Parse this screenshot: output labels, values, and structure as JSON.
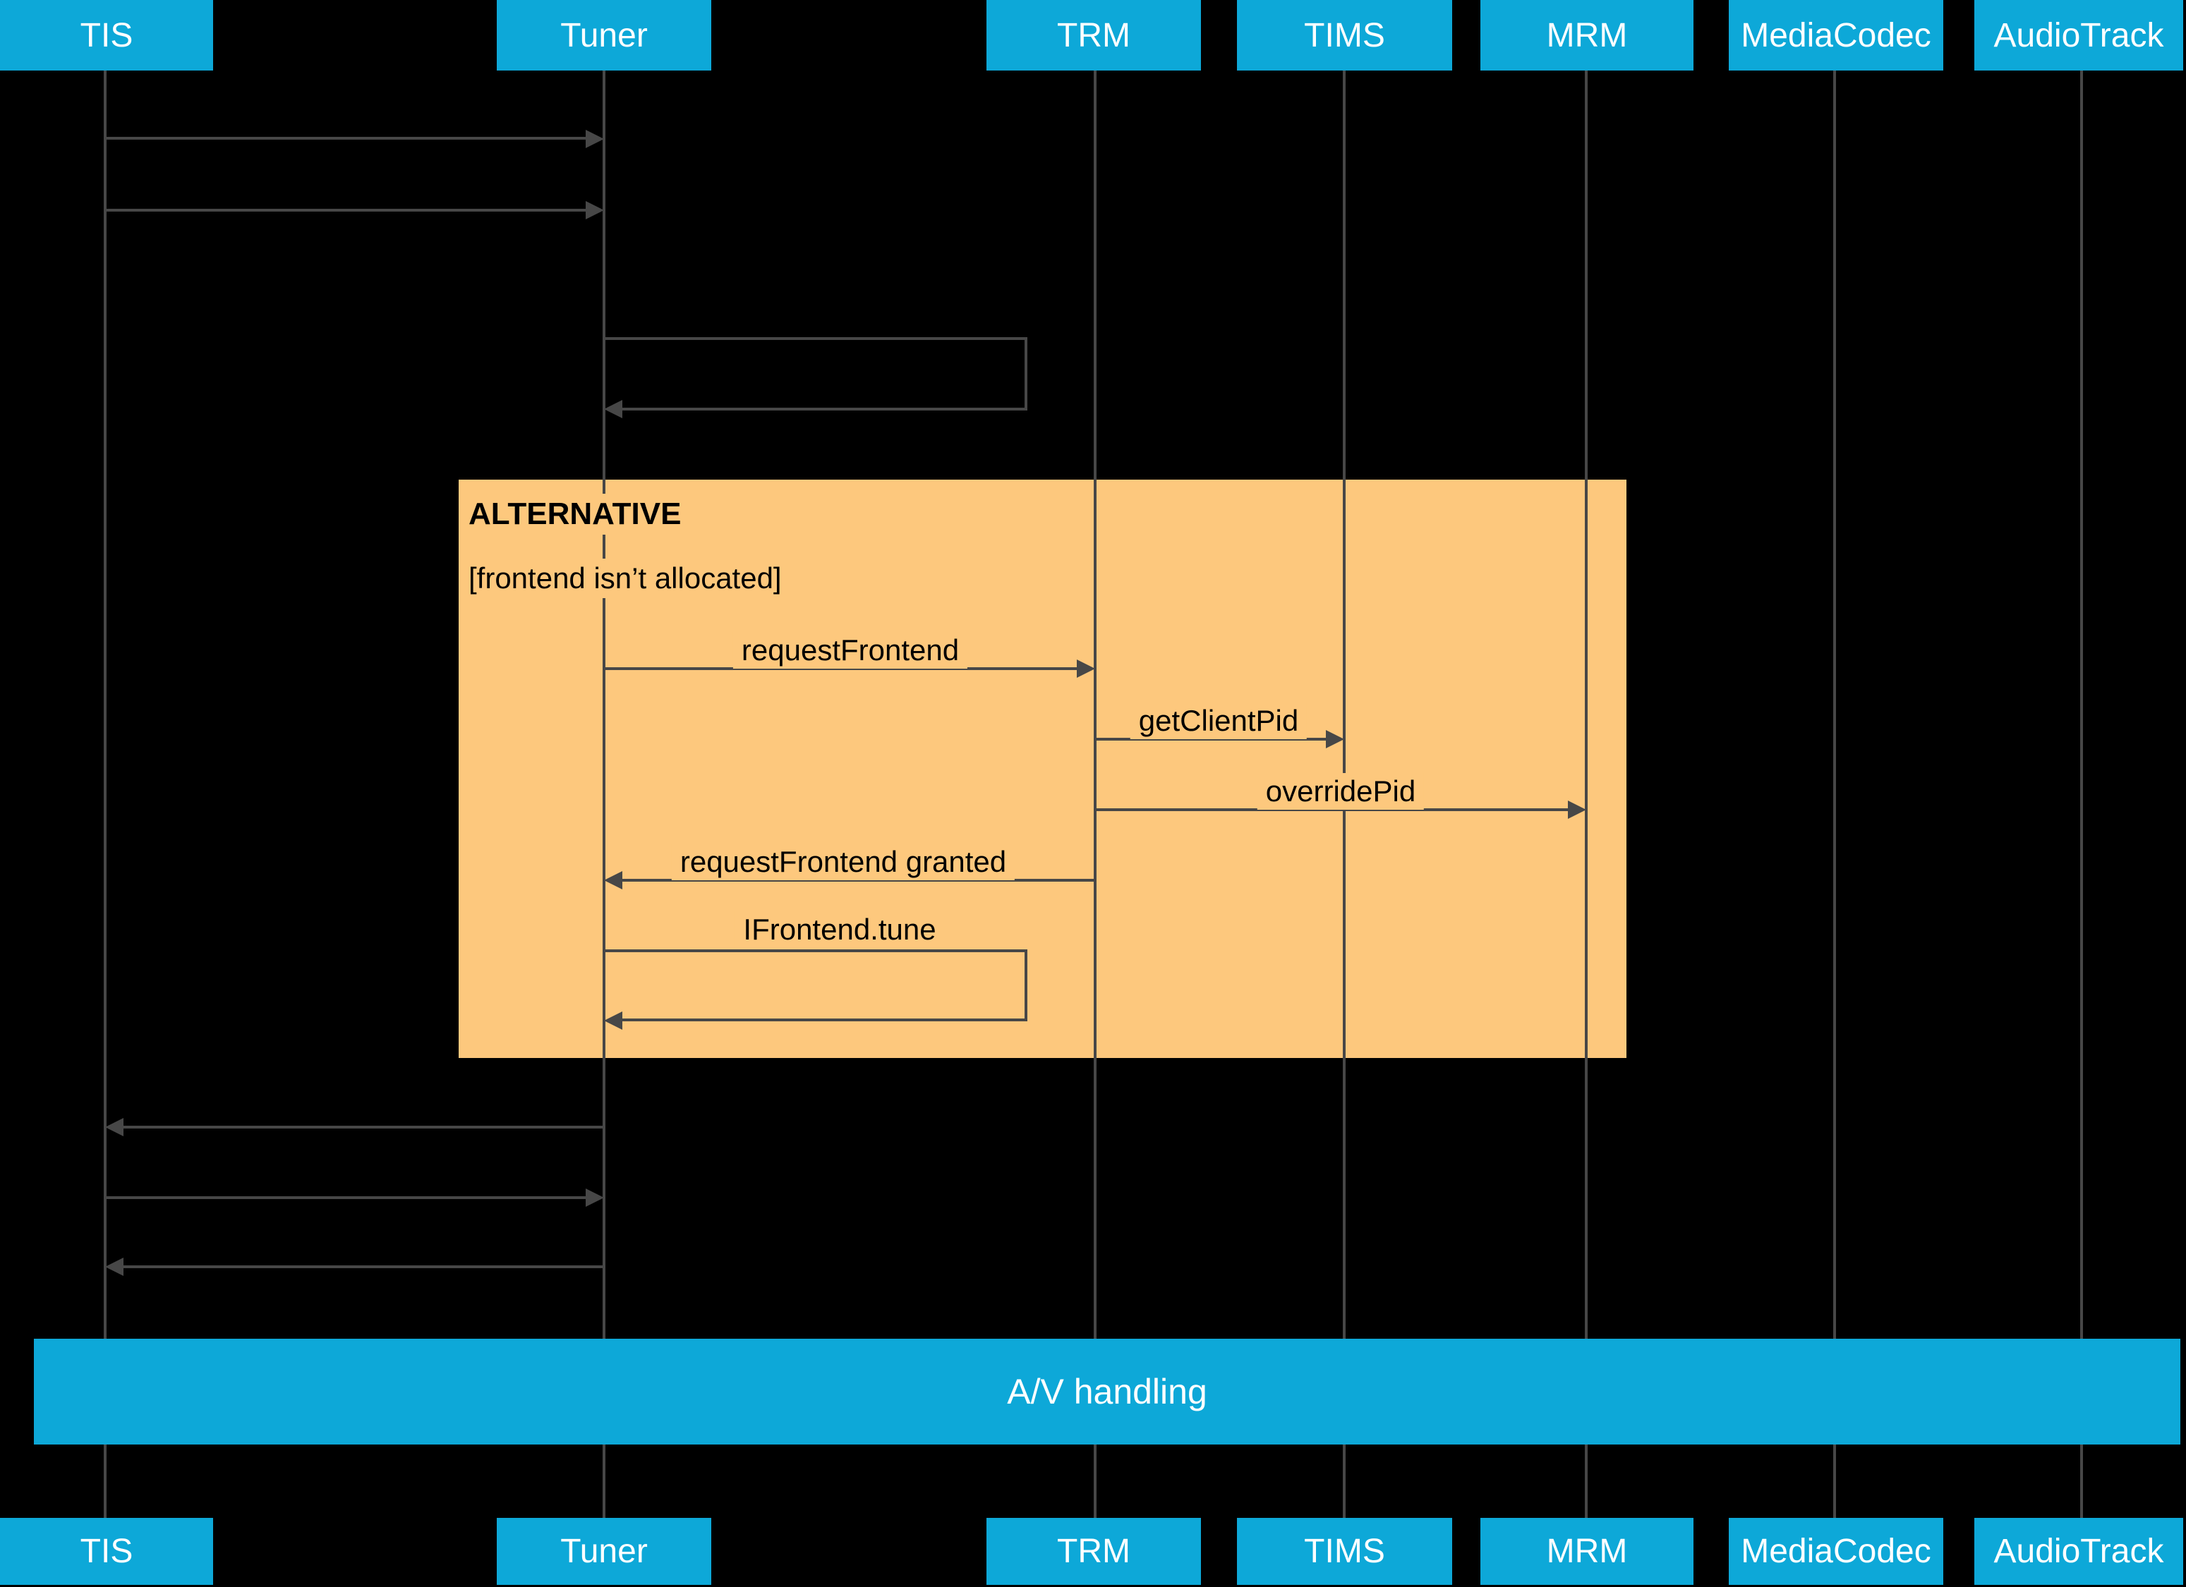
{
  "participants": [
    {
      "label": "TIS"
    },
    {
      "label": "Tuner"
    },
    {
      "label": "TRM"
    },
    {
      "label": "TIMS"
    },
    {
      "label": "MRM"
    },
    {
      "label": "MediaCodec"
    },
    {
      "label": "AudioTrack"
    }
  ],
  "alt_block": {
    "title": "ALTERNATIVE",
    "condition": "[frontend isn’t allocated]"
  },
  "messages": {
    "request_frontend": "requestFrontend",
    "get_client_pid": "getClientPid",
    "override_pid": "overridePid",
    "request_frontend_granted": "requestFrontend granted",
    "ifrontend_tune": "IFrontend.tune"
  },
  "av_bar": {
    "label": "A/V handling"
  },
  "colors": {
    "participant_blue": "#0da8d8",
    "alt_orange": "#fdc87d",
    "line_gray": "#474747",
    "background": "#000000",
    "label_text": "#000000",
    "box_text": "#ffffff"
  }
}
